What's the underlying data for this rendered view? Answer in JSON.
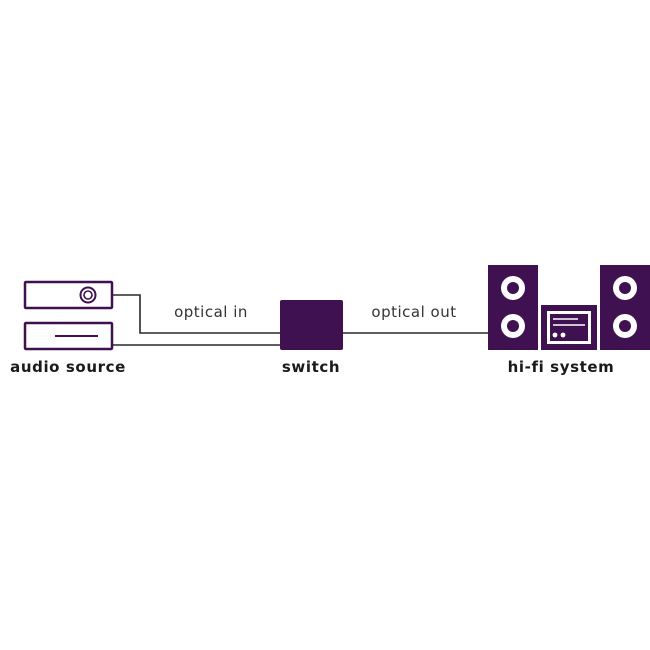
{
  "colors": {
    "accent": "#3f1151",
    "line": "#2a2a2a",
    "background": "#ffffff"
  },
  "nodes": {
    "source": {
      "label": "audio source",
      "icon": "audio-source-stack-icon"
    },
    "switch": {
      "label": "switch",
      "icon": "switch-box-icon"
    },
    "hifi": {
      "label": "hi-fi system",
      "icon": "hifi-system-icon"
    }
  },
  "edges": {
    "in": {
      "label": "optical in"
    },
    "out": {
      "label": "optical out"
    }
  }
}
